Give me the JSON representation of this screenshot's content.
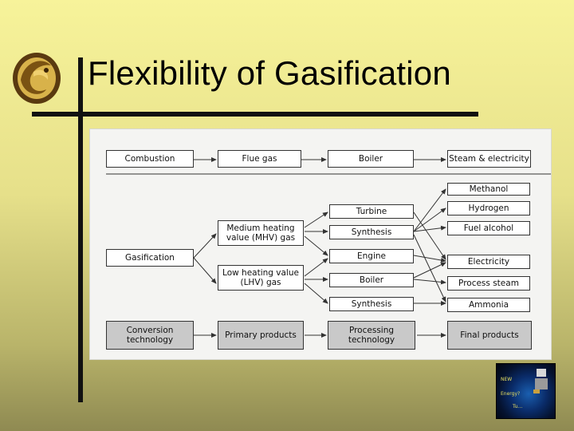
{
  "slide": {
    "title": "Flexibility of Gasification"
  },
  "diagram": {
    "row1": {
      "combustion": "Combustion",
      "flue_gas": "Flue gas",
      "boiler": "Boiler",
      "steam_electricity": "Steam & electricity"
    },
    "gasification": "Gasification",
    "mhv_gas": "Medium heating value (MHV) gas",
    "lhv_gas": "Low heating value (LHV) gas",
    "processing": {
      "turbine": "Turbine",
      "synthesis1": "Synthesis",
      "engine": "Engine",
      "boiler": "Boiler",
      "synthesis2": "Synthesis"
    },
    "final_products": {
      "methanol": "Methanol",
      "hydrogen": "Hydrogen",
      "fuel_alcohol": "Fuel alcohol",
      "electricity": "Electricity",
      "process_steam": "Process steam",
      "ammonia": "Ammonia"
    },
    "legend": {
      "conversion_technology": "Conversion technology",
      "primary_products": "Primary products",
      "processing_technology": "Processing technology",
      "final_products": "Final products"
    }
  },
  "corner_image": {
    "line1": "NEW",
    "line2": "Energy?",
    "line3": "Tu..."
  }
}
